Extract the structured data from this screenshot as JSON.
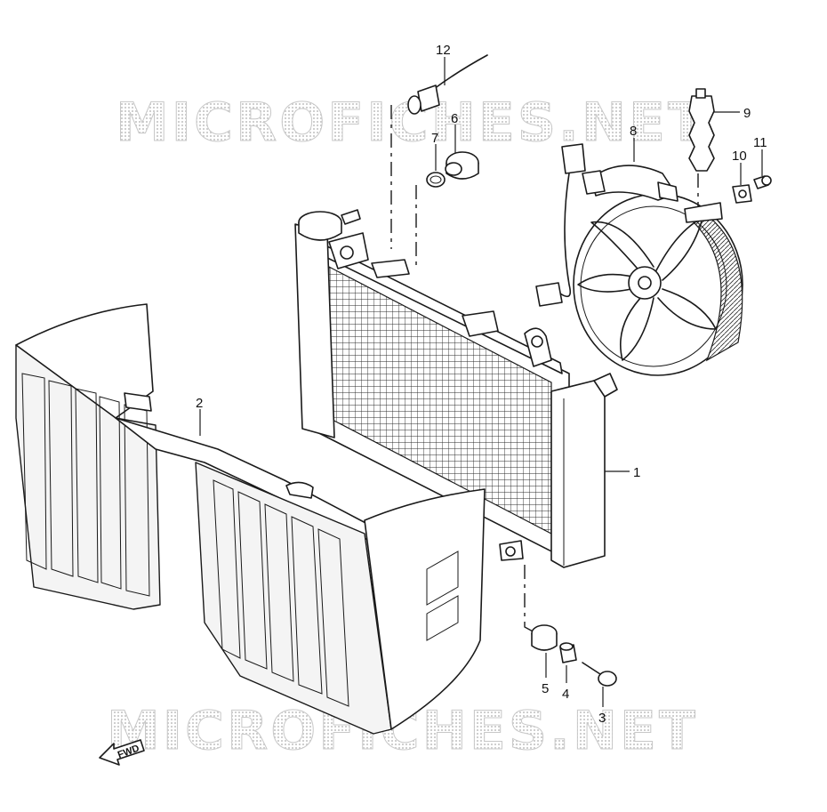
{
  "watermark": {
    "text": "MICROFICHES.NET"
  },
  "direction_badge": {
    "label": "FWD"
  },
  "callouts": [
    {
      "id": "1",
      "label": "1"
    },
    {
      "id": "2",
      "label": "2"
    },
    {
      "id": "3",
      "label": "3"
    },
    {
      "id": "4",
      "label": "4"
    },
    {
      "id": "5",
      "label": "5"
    },
    {
      "id": "6",
      "label": "6"
    },
    {
      "id": "7",
      "label": "7"
    },
    {
      "id": "8",
      "label": "8"
    },
    {
      "id": "9",
      "label": "9"
    },
    {
      "id": "10",
      "label": "10"
    },
    {
      "id": "11",
      "label": "11"
    },
    {
      "id": "12",
      "label": "12"
    }
  ]
}
